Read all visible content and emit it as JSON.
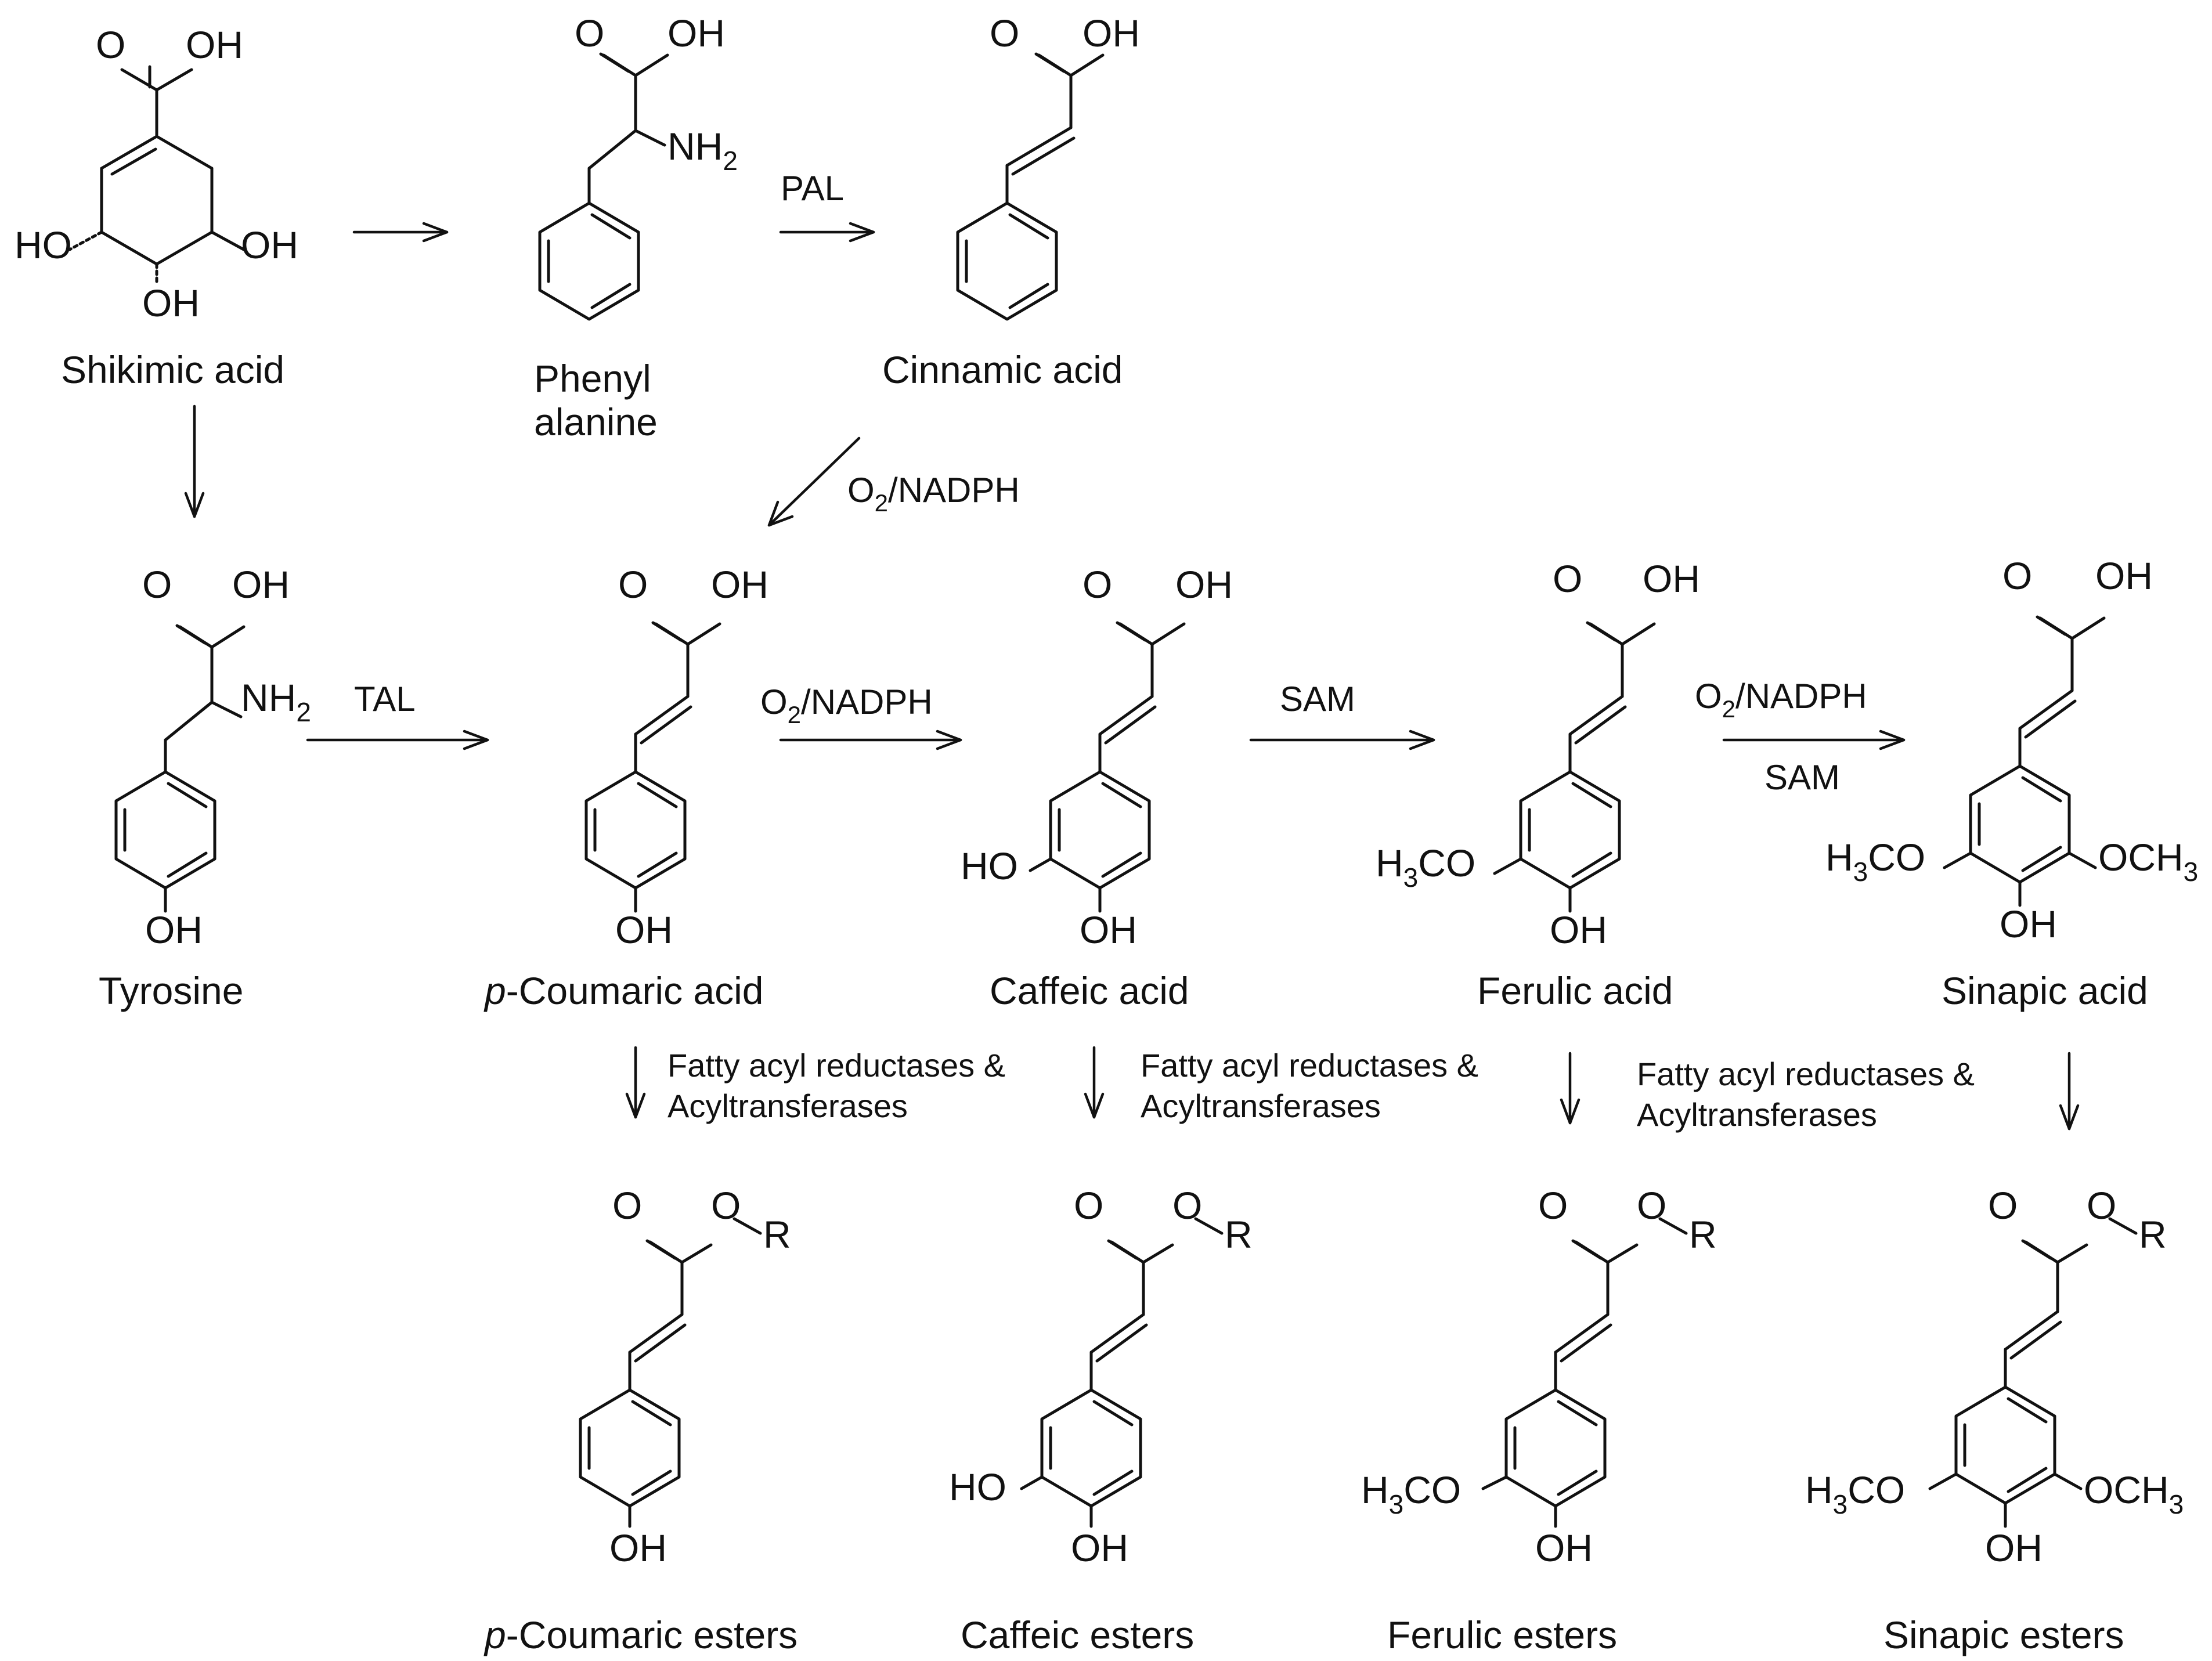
{
  "compounds": {
    "shikimic_acid": "Shikimic acid",
    "phenylalanine_line1": "Phenyl",
    "phenylalanine_line2": "alanine",
    "cinnamic_acid": "Cinnamic acid",
    "tyrosine": "Tyrosine",
    "p_coumaric_prefix": "p",
    "p_coumaric_acid": "-Coumaric acid",
    "caffeic_acid": "Caffeic acid",
    "ferulic_acid": "Ferulic acid",
    "sinapic_acid": "Sinapic acid",
    "p_coumaric_esters": "-Coumaric esters",
    "caffeic_esters": "Caffeic esters",
    "ferulic_esters": "Ferulic esters",
    "sinapic_esters": "Sinapic esters"
  },
  "enzymes": {
    "pal": "PAL",
    "tal": "TAL",
    "o2_nadph_prefix": "O",
    "o2_nadph_sub": "2",
    "o2_nadph_suffix": "/NADPH",
    "sam": "SAM",
    "esterification_line1": "Fatty acyl reductases &",
    "esterification_line2": "Acyltransferases"
  },
  "atoms": {
    "oxygen": "O",
    "hydroxyl": "OH",
    "hydroxyl_left": "HO",
    "amine": "NH",
    "amine_sub": "2",
    "methoxy_left_h": "H",
    "methoxy_left_sub": "3",
    "methoxy_left_tail": "CO",
    "methoxy_right": "OCH",
    "methoxy_right_sub": "3",
    "ester_o": "O",
    "ester_r": "R"
  },
  "colors": {
    "ink": "#111111",
    "background": "#ffffff"
  }
}
